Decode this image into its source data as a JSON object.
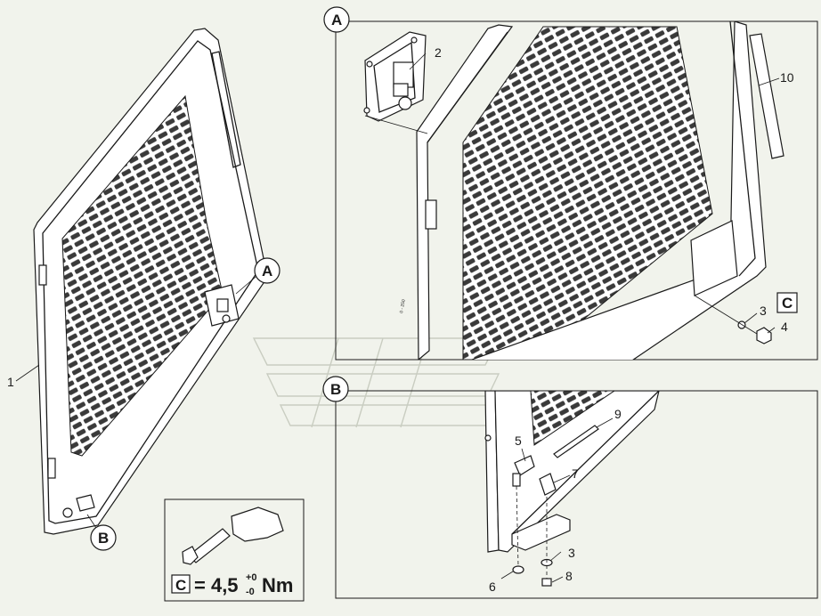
{
  "callouts": {
    "n1": "1",
    "n2": "2",
    "n3a": "3",
    "n4": "4",
    "n10": "10",
    "n5": "5",
    "n6": "6",
    "n7": "7",
    "n8": "8",
    "n9": "9",
    "n3b": "3"
  },
  "detail_labels": {
    "a_main": "A",
    "b_main": "B",
    "a_detail": "A",
    "b_detail": "B",
    "c_box": "C",
    "c_legend_box": "C"
  },
  "torque": {
    "equals_value": "= 4,5",
    "tol_plus": "+0",
    "tol_minus": "-0",
    "unit": "Nm"
  },
  "colors": {
    "line": "#1a1a1a",
    "background": "#f1f3ec",
    "watermark": "#c9cdc1"
  }
}
